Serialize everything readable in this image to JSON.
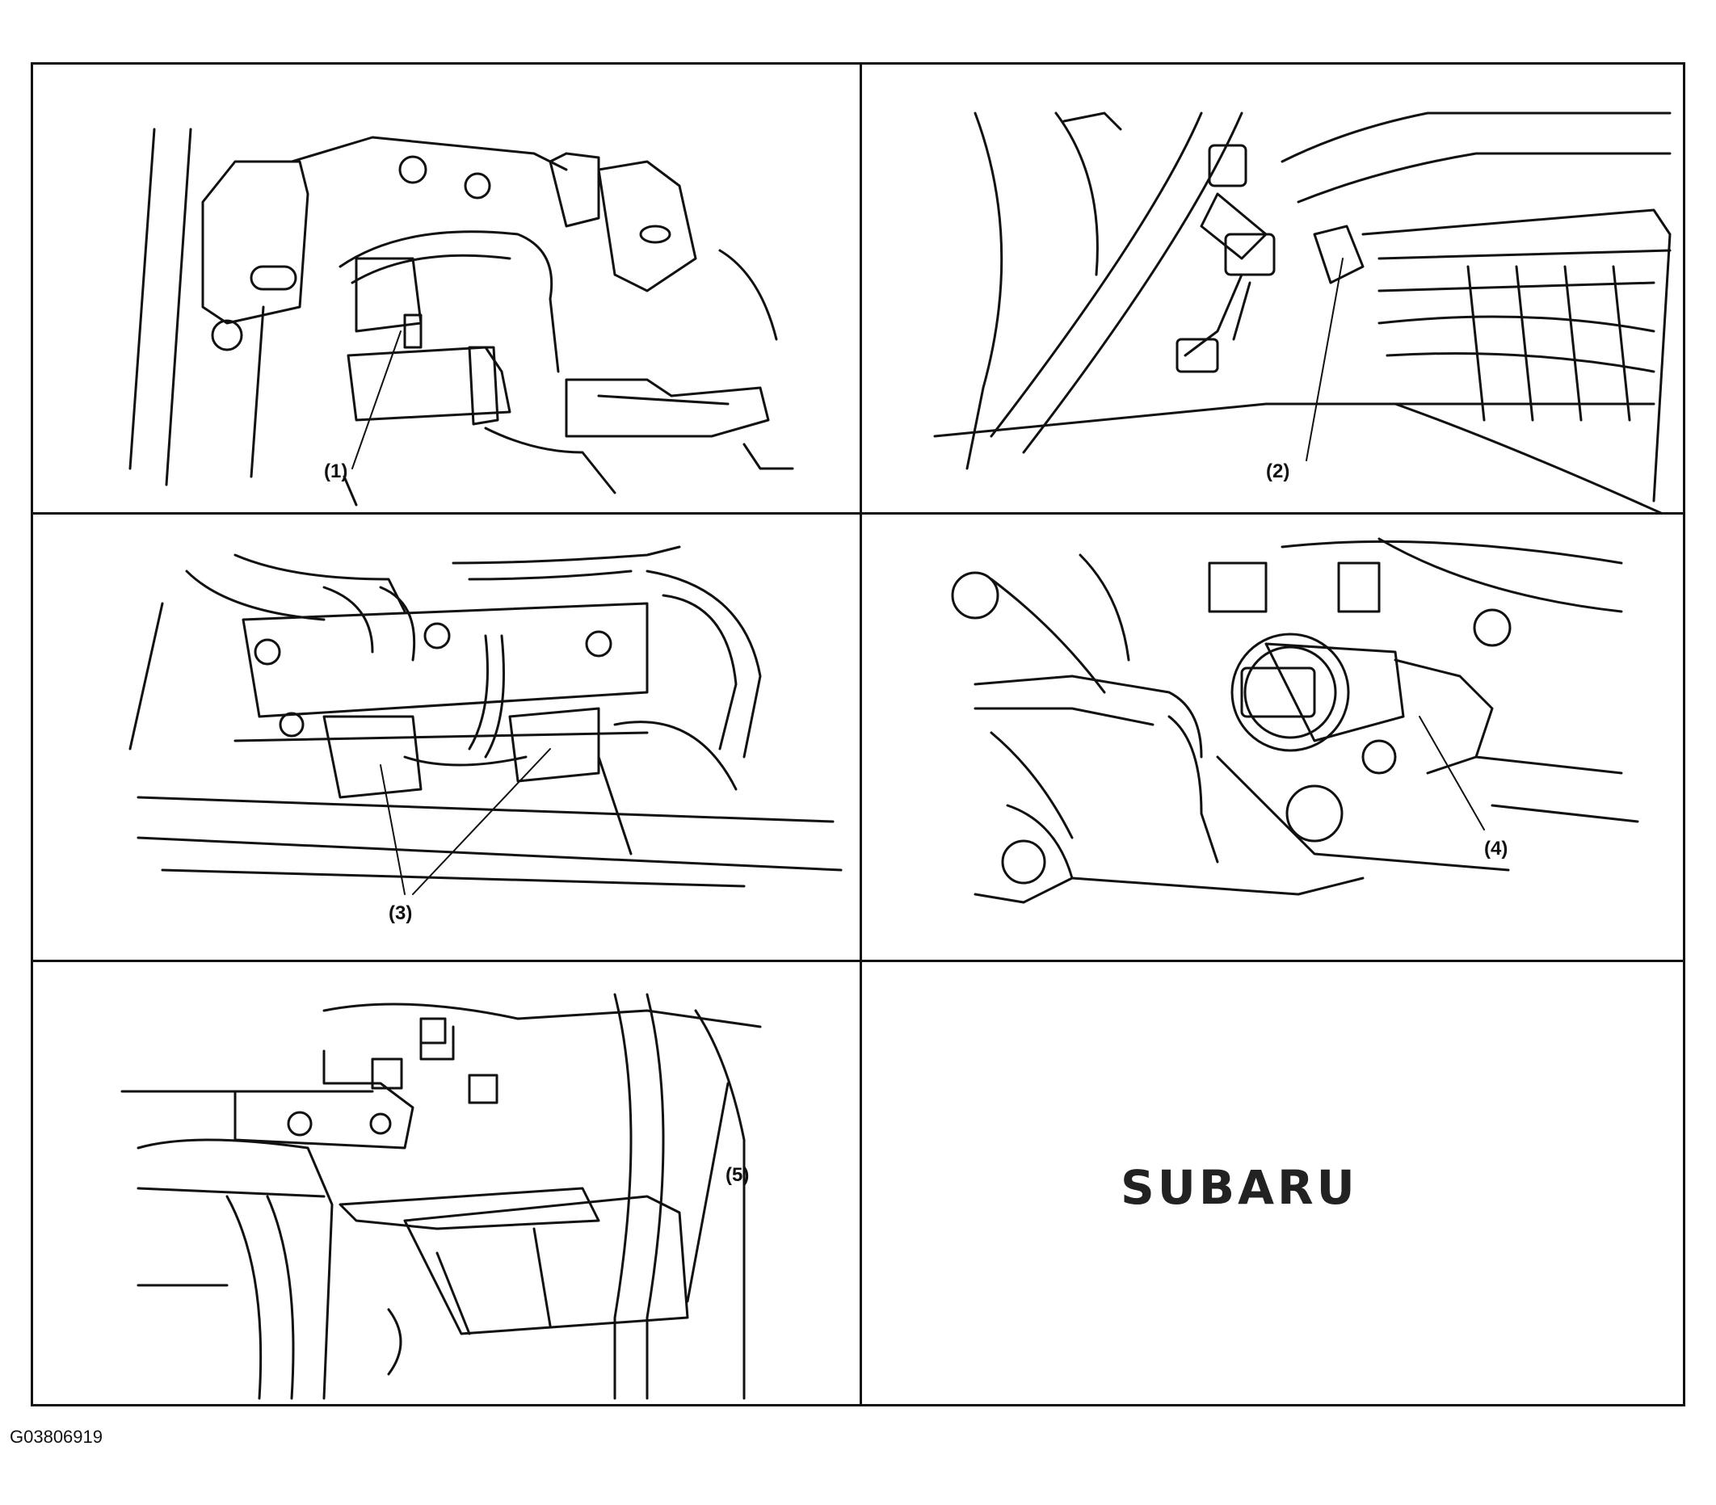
{
  "panels": [
    {
      "id": "panel-1",
      "callout": "(1)"
    },
    {
      "id": "panel-2",
      "callout": "(2)"
    },
    {
      "id": "panel-3",
      "callout": "(3)"
    },
    {
      "id": "panel-4",
      "callout": "(4)"
    },
    {
      "id": "panel-5",
      "callout": "(5)"
    },
    {
      "id": "panel-6",
      "brand": "SUBARU"
    }
  ],
  "figure_id": "G03806919",
  "colors": {
    "line": "#111111",
    "background": "#ffffff"
  }
}
